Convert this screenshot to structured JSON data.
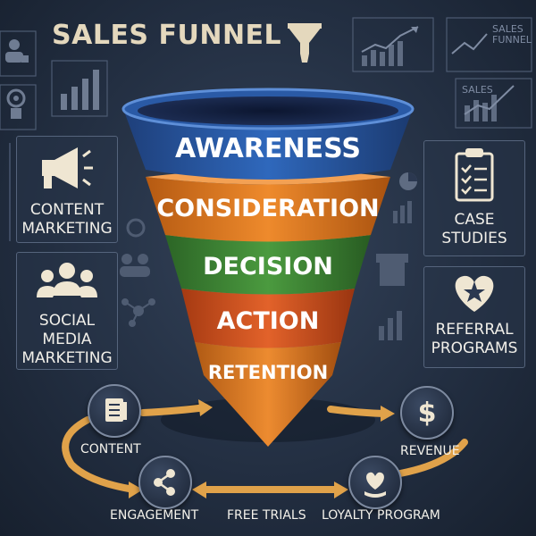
{
  "header": {
    "title": "SALES FUNNEL"
  },
  "background": {
    "mini_chart_1_label": "SALES\nFUNNEL",
    "mini_chart_2_label": "SALES"
  },
  "funnel": {
    "tiers": [
      {
        "label": "AWARENESS",
        "color": "#2a5ba8"
      },
      {
        "label": "CONSIDERATION",
        "color": "#e07a20"
      },
      {
        "label": "DECISION",
        "color": "#3f8a36"
      },
      {
        "label": "ACTION",
        "color": "#d4521e"
      },
      {
        "label": "RETENTION",
        "color": "#dd7a22"
      }
    ]
  },
  "left_panels": {
    "content_marketing": {
      "label": "CONTENT\nMARKETING",
      "icon": "megaphone-icon"
    },
    "social_media": {
      "label": "SOCIAL\nMEDIA\nMARKETING",
      "icon": "people-icon"
    }
  },
  "right_panels": {
    "case_studies": {
      "label": "CASE\nSTUDIES",
      "icon": "clipboard-checklist-icon"
    },
    "referral": {
      "label": "REFERRAL\nPROGRAMS",
      "icon": "heart-star-icon"
    }
  },
  "cycle": {
    "content": "CONTENT",
    "engagement": "ENGAGEMENT",
    "free_trials": "FREE TRIALS",
    "loyalty": "LOYALTY PROGRAM",
    "revenue": "REVENUE"
  },
  "colors": {
    "background": "#232f42",
    "title": "#e4d8bd",
    "arrow": "#e0a24a",
    "panel_border": "#55647c"
  }
}
